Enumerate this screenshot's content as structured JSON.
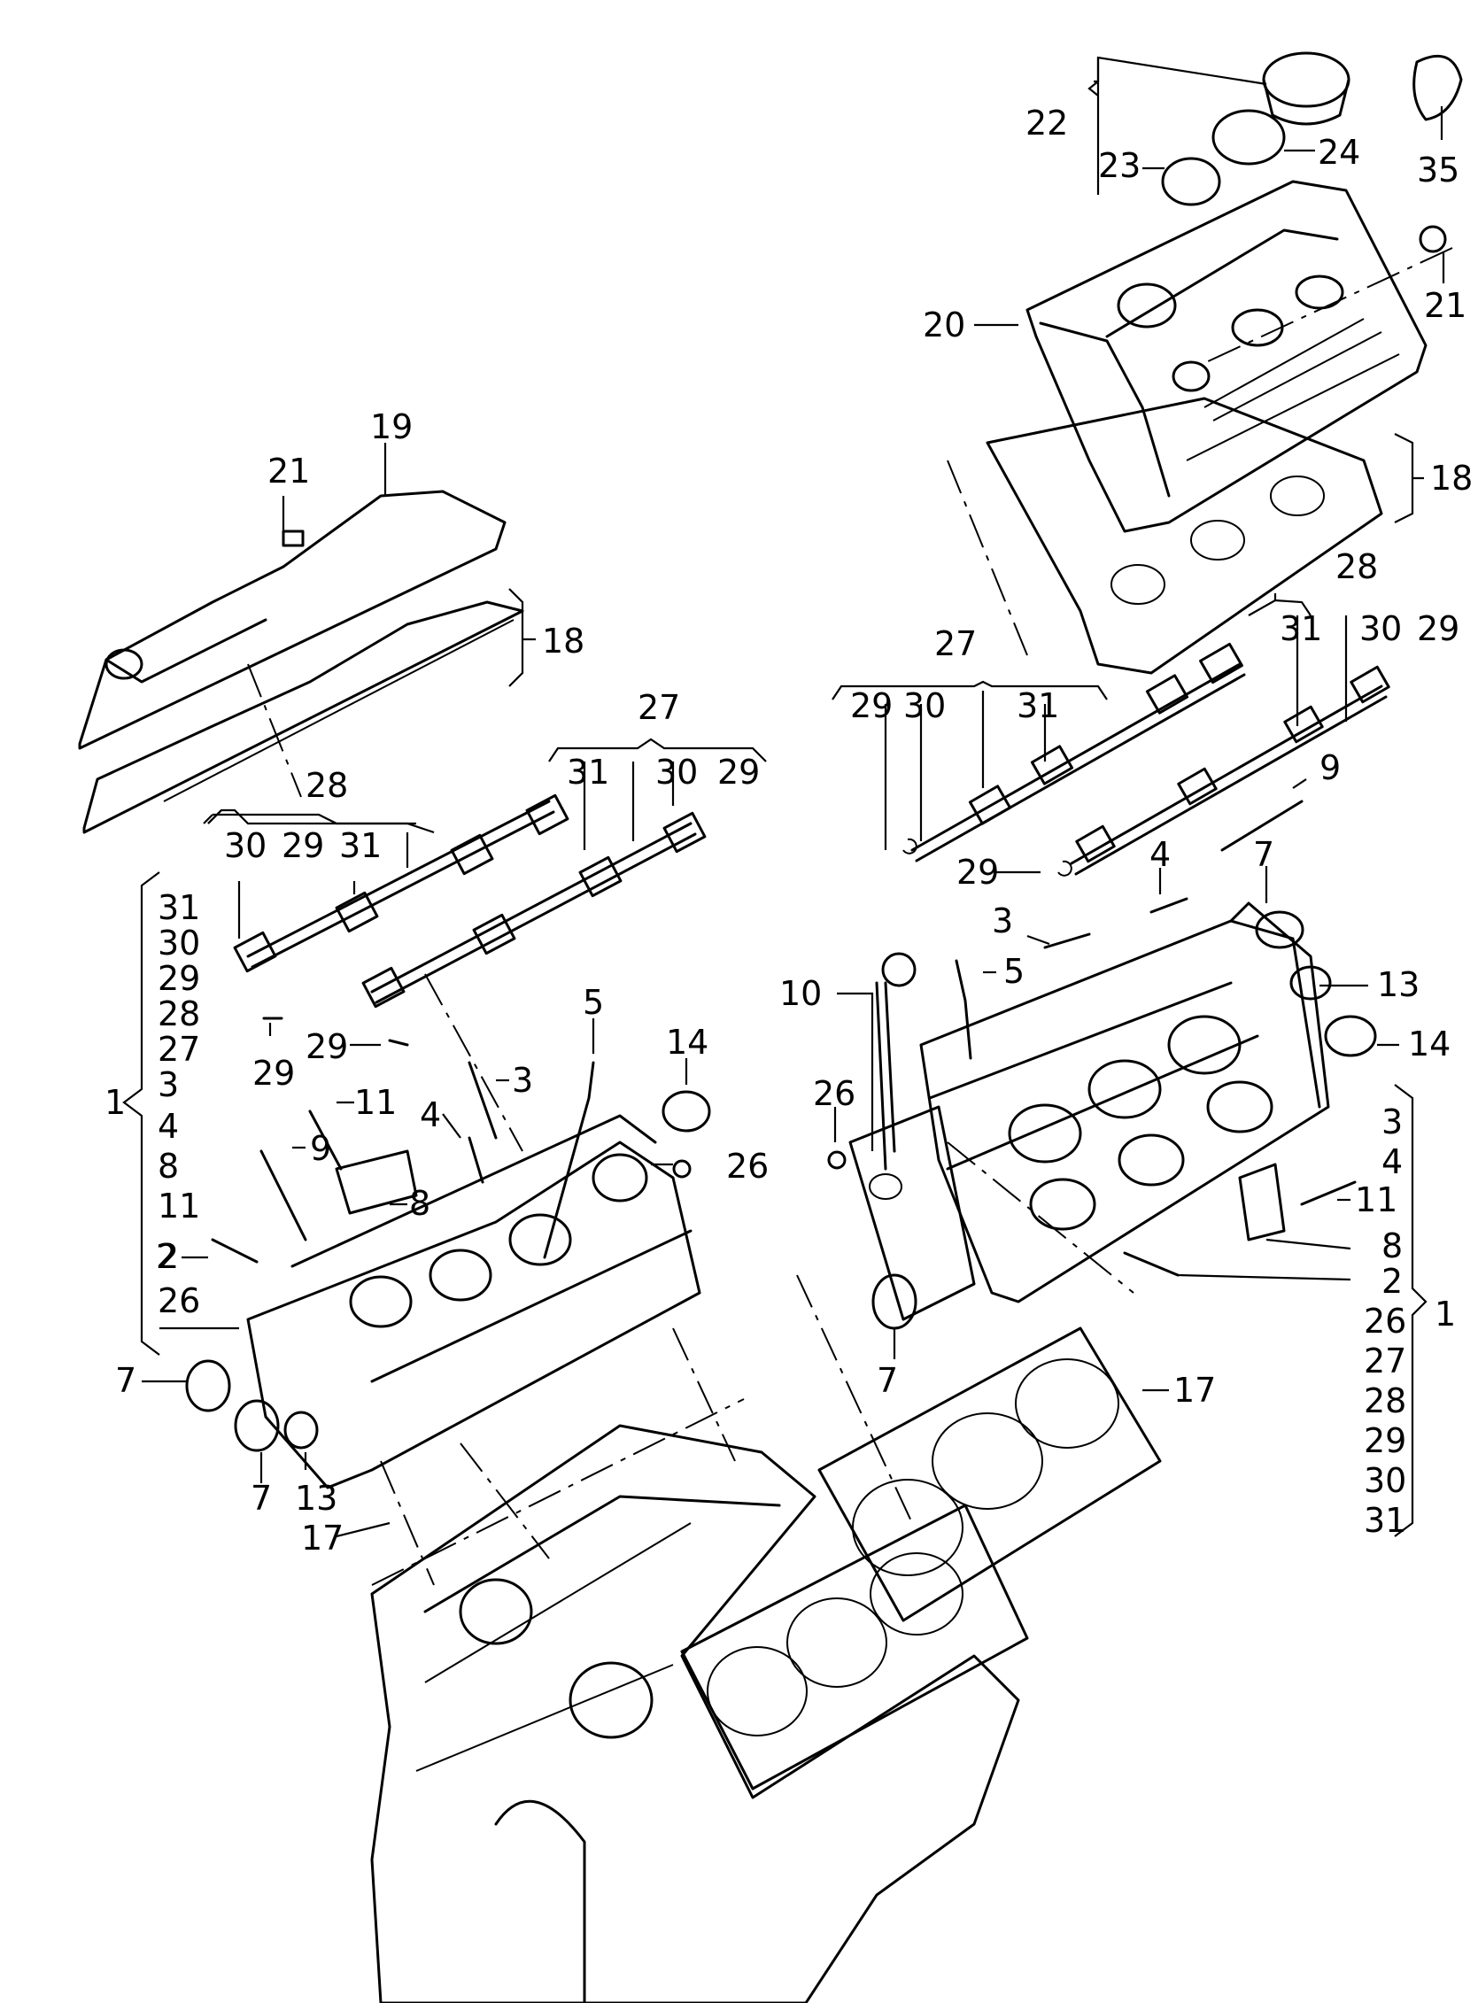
{
  "callouts": {
    "c22": "22",
    "c23": "23",
    "c24": "24",
    "c35": "35",
    "c20": "20",
    "c21a": "21",
    "c18a": "18",
    "c28a": "28",
    "c31a": "31",
    "c30a": "30",
    "c29a": "29",
    "c27a": "27",
    "c29b": "29",
    "c30b": "30",
    "c31b": "31",
    "c9a": "9",
    "c29c": "29",
    "c4a": "4",
    "c3a": "3",
    "c7a": "7",
    "c5a": "5",
    "c10": "10",
    "c13a": "13",
    "c14a": "14",
    "c26a": "26",
    "c3b": "3",
    "c4b": "4",
    "c11a": "11",
    "c8a": "8",
    "c2a": "2",
    "c26b": "26",
    "c1a": "1",
    "c27b": "27",
    "c28b": "28",
    "c29d": "29",
    "c30c": "30",
    "c31c": "31",
    "c7b": "7",
    "c17a": "17",
    "c19": "19",
    "c21b": "21",
    "c18b": "18",
    "c28c": "28",
    "c27c": "27",
    "c31d": "31",
    "c30d": "30",
    "c29e": "29",
    "c30e": "30",
    "c29f": "29",
    "c31e": "31",
    "c29g": "29",
    "c29h": "29",
    "c5b": "5",
    "c14b": "14",
    "c3c": "3",
    "c11b": "11",
    "c4c": "4",
    "c9b": "9",
    "c8b": "8",
    "c26c": "26",
    "c2b": "2",
    "c7c": "7",
    "c7d": "7",
    "c13b": "13",
    "c17b": "17",
    "c1b": "1",
    "l31": "31",
    "l30": "30",
    "l29": "29",
    "l28": "28",
    "l27": "27",
    "l3": "3",
    "l4": "4",
    "l8": "8",
    "l11": "11",
    "l2": "2",
    "l26": "26"
  }
}
